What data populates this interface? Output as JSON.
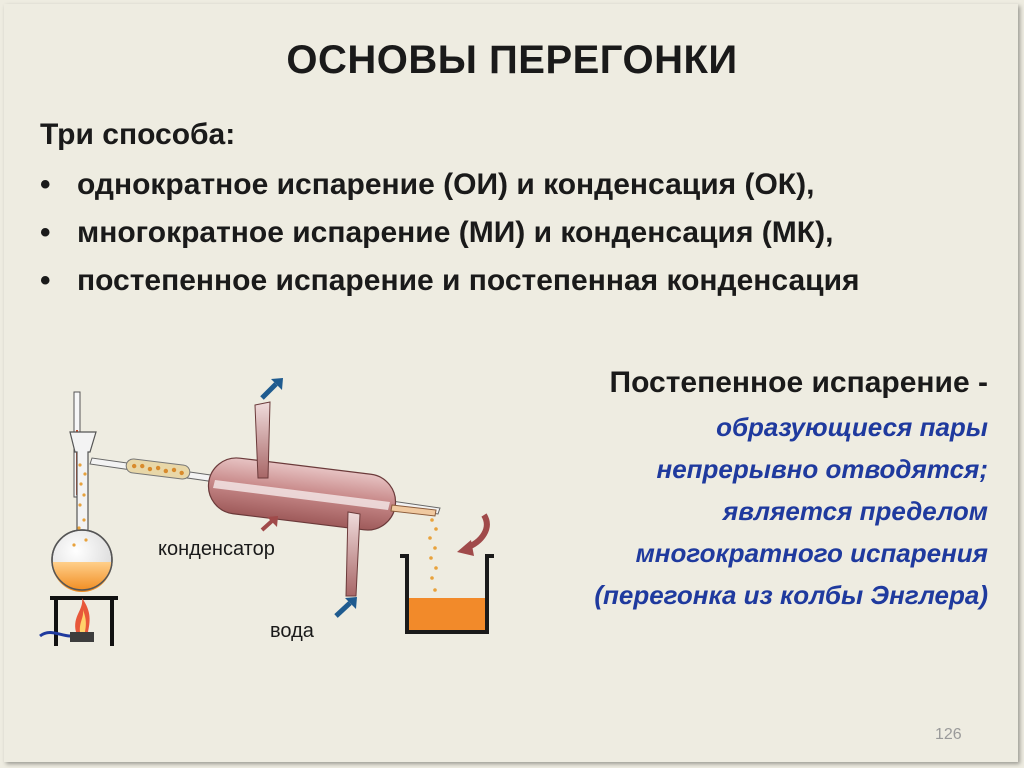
{
  "title": "ОСНОВЫ ПЕРЕГОНКИ",
  "intro": "Три способа:",
  "methods": [
    "однократное испарение (ОИ) и конденсация (ОК),",
    "многократное испарение (МИ) и конденсация (МК),",
    "постепенное испарение и постепенная конденсация"
  ],
  "definition": {
    "heading": "Постепенное испарение -",
    "lines": [
      "образующиеся пары",
      "непрерывно  отводятся;",
      "является пределом",
      "многократного испарения",
      "(перегонка из колбы Энглера)"
    ]
  },
  "diagram": {
    "condenser_label": "конденсатор",
    "water_label": "вода",
    "colors": {
      "liquid": "#f39a2c",
      "arrow": "#8b3a3a",
      "flame": "#e8583a",
      "gas_line": "#1f3a9e"
    }
  },
  "page_number": "126"
}
